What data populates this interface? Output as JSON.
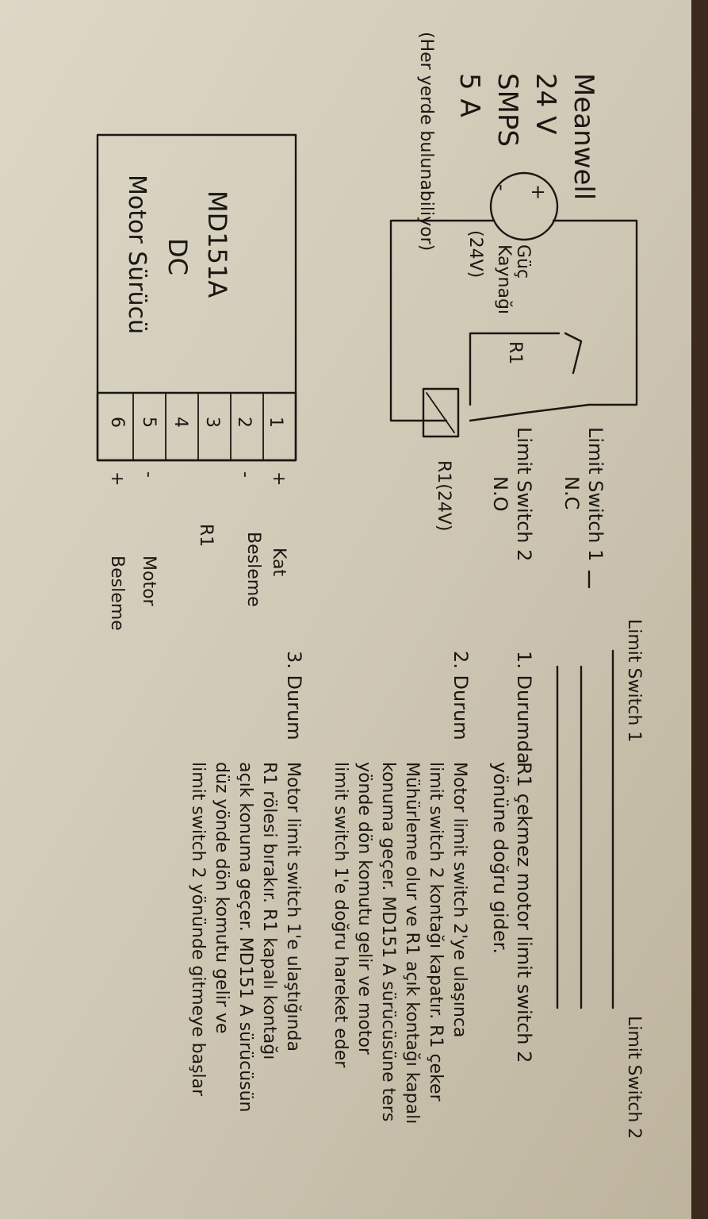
{
  "psu": {
    "brand": "Meanwell",
    "voltage": "24 V",
    "type": "SMPS",
    "current": "5 A",
    "note": "(Her yerde bulunabiliyor)",
    "plus": "+",
    "minus": "-",
    "label_line1": "Güç",
    "label_line2": "Kaynağı",
    "label_line3": "(24V)"
  },
  "driver": {
    "model": "MD151A",
    "type": "DC",
    "name": "Motor Sürücü",
    "pins": [
      "1",
      "2",
      "3",
      "4",
      "5",
      "6"
    ],
    "pin_signs": [
      "+",
      "-",
      "-",
      "+"
    ],
    "label_kat": "Kat",
    "label_besleme_top": "Besleme",
    "label_r1": "R1",
    "label_motor": "Motor",
    "label_besleme_bottom": "Besleme"
  },
  "circuit": {
    "r1_contact": "R1",
    "limit_switch_1": "Limit Switch 1",
    "limit_switch_1_type": "N.C",
    "limit_switch_2": "Limit Switch 2",
    "limit_switch_2_type": "N.O",
    "relay_coil": "R1(24V)"
  },
  "motion": {
    "left_label": "Limit Switch 1",
    "right_label": "Limit Switch 2"
  },
  "states": [
    {
      "heading": "1. Durumda",
      "lines": [
        "R1 çekmez motor limit switch 2",
        "yönüne doğru gider."
      ]
    },
    {
      "heading": "2. Durum",
      "lines": [
        "Motor limit switch 2'ye ulaşınca",
        "limit switch 2 kontağı kapatır. R1 çeker",
        "Mühürleme olur ve R1 açık kontağı kapalı",
        "konuma geçer. MD151 A sürücüsüne ters",
        "yönde dön komutu gelir ve motor",
        "limit switch 1'e doğru hareket eder"
      ]
    },
    {
      "heading": "3. Durum",
      "lines": [
        "Motor limit switch 1'e ulaştığında",
        "R1 rölesi bırakır. R1 kapalı kontağı",
        "açık konuma geçer. MD151 A sürücüsün",
        "düz yönde dön komutu gelir ve",
        "limit switch 2 yönünde gitmeye başlar"
      ]
    }
  ]
}
